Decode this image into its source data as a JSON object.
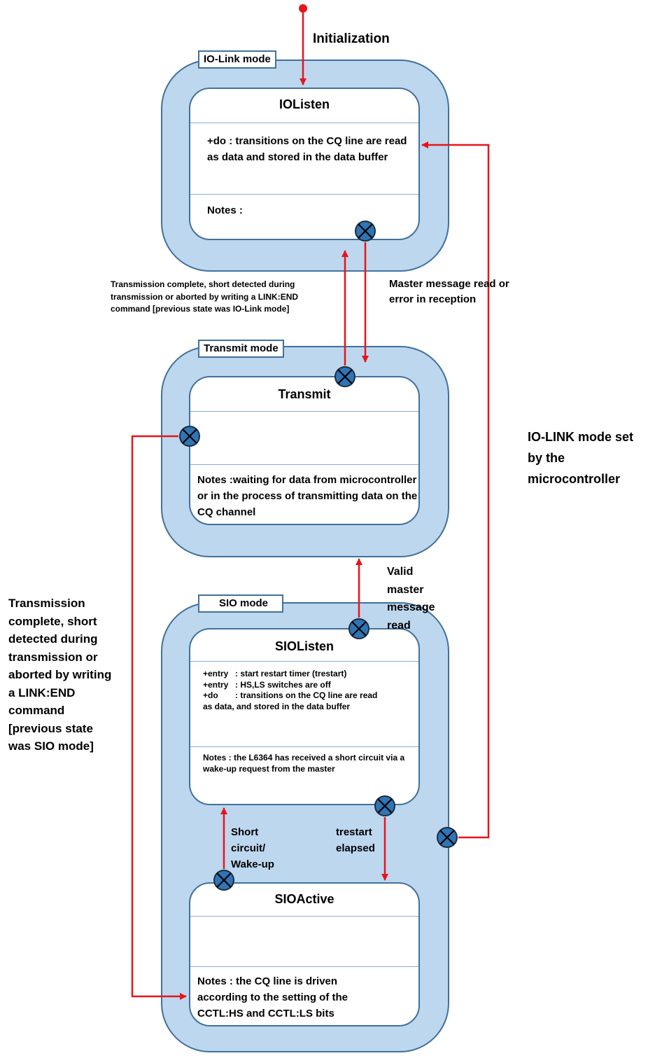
{
  "initial_label": "Initialization",
  "modes": {
    "iolink": "IO-Link mode",
    "transmit": "Transmit mode",
    "sio": "SIO mode"
  },
  "states": {
    "iolisten": {
      "title": "IOListen",
      "do": "+do     : transitions on the CQ line are read as data and stored in the data buffer",
      "notes": "Notes   :"
    },
    "transmit": {
      "title": "Transmit",
      "notes": "Notes   :waiting for data from microcontroller or in the process of transmitting data on the CQ channel"
    },
    "siolisten": {
      "title": "SIOListen",
      "lines": [
        {
          "key": "+entry",
          "text": ": start restart timer (trestart)"
        },
        {
          "key": "+entry",
          "text": ": HS,LS switches are off"
        },
        {
          "key": "+do",
          "text": ": transitions on the CQ line are read"
        }
      ],
      "line_cont": "as data, and stored in the data buffer",
      "notes": "Notes   : the L6364 has received a short circuit via a wake-up request from the master"
    },
    "sioactive": {
      "title": "SIOActive",
      "notes": "Notes   : the CQ line is driven according to the setting of the CCTL:HS and CCTL:LS bits"
    }
  },
  "transitions": {
    "transmit_to_iolink": "Transmission complete, short detected during transmission or aborted by writing a LINK:END command [previous state was IO-Link mode]",
    "iolink_to_transmit": "Master message read or error in reception",
    "sio_to_iolink": "IO-LINK mode set by the microcontroller",
    "sio_to_transmit": "Valid master message read",
    "transmit_to_sioactive": "Transmission complete, short detected during transmission or aborted by writing a LINK:END command [previous state was SIO mode]",
    "sioactive_to_siolisten": "Short circuit/ Wake-up",
    "siolisten_to_sioactive": "trestart elapsed"
  },
  "colors": {
    "mode_fill": "#bdd7ee",
    "border": "#41719c",
    "arrow": "#e8141b",
    "exit_point": "#2e75b6"
  }
}
